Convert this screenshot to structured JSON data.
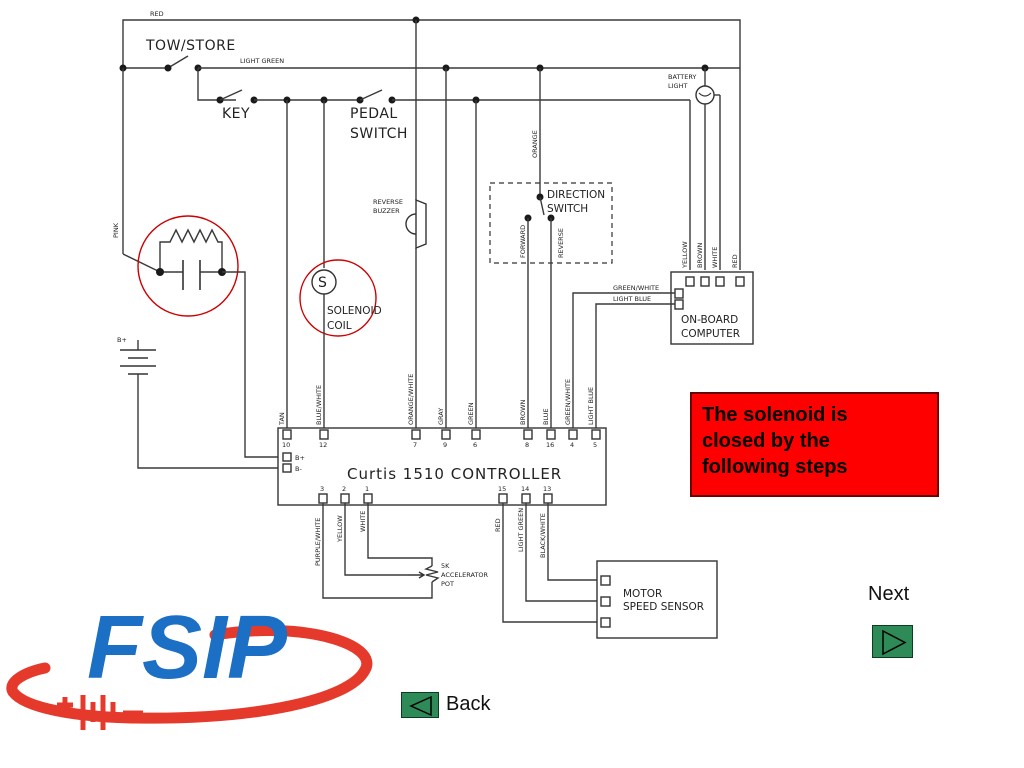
{
  "labels": {
    "red_top": "RED",
    "tow_store": "TOW/STORE",
    "light_green_top": "LIGHT GREEN",
    "key": "KEY",
    "pedal_switch_1": "PEDAL",
    "pedal_switch_2": "SWITCH",
    "battery_light_1": "BATTERY",
    "battery_light_2": "LIGHT",
    "orange": "ORANGE",
    "direction_switch_1": "DIRECTION",
    "direction_switch_2": "SWITCH",
    "forward": "FORWARD",
    "reverse": "REVERSE",
    "reverse_buzzer_1": "REVERSE",
    "reverse_buzzer_2": "BUZZER",
    "pink": "PINK",
    "b_plus_battery": "B+",
    "solenoid_symbol": "S",
    "solenoid_coil_1": "SOLENOID",
    "solenoid_coil_2": "COIL",
    "obc_wire_yellow": "YELLOW",
    "obc_wire_brown": "BROWN",
    "obc_wire_white": "WHITE",
    "obc_wire_red": "RED",
    "green_white_obc": "GREEN/WHITE",
    "light_blue_obc": "LIGHT BLUE",
    "on_board_1": "ON-BOARD",
    "on_board_2": "COMPUTER",
    "controller_title": "Curtis  1510  CONTROLLER",
    "b_plus": "B+",
    "b_minus": "B-",
    "pot_1": "5K",
    "pot_2": "ACCELERATOR",
    "pot_3": "POT",
    "motor_sensor_1": "MOTOR",
    "motor_sensor_2": "SPEED  SENSOR"
  },
  "top_pins": [
    {
      "wire": "TAN",
      "num": "10"
    },
    {
      "wire": "BLUE/WHITE",
      "num": "12"
    },
    {
      "wire": "ORANGE/WHITE",
      "num": "7"
    },
    {
      "wire": "GRAY",
      "num": "9"
    },
    {
      "wire": "GREEN",
      "num": "6"
    },
    {
      "wire": "BROWN",
      "num": "8"
    },
    {
      "wire": "BLUE",
      "num": "16"
    },
    {
      "wire": "GREEN/WHITE",
      "num": "4"
    },
    {
      "wire": "LIGHT BLUE",
      "num": "5"
    }
  ],
  "bottom_pins": [
    {
      "wire": "PURPLE/WHITE",
      "num": "3"
    },
    {
      "wire": "YELLOW",
      "num": "2"
    },
    {
      "wire": "WHITE",
      "num": "1"
    },
    {
      "wire": "RED",
      "num": "15"
    },
    {
      "wire": "LIGHT GREEN",
      "num": "14"
    },
    {
      "wire": "BLACK/WHITE",
      "num": "13"
    }
  ],
  "callout": {
    "line1": "The solenoid is",
    "line2": "closed by the",
    "line3": "following steps",
    "background": "#ff0000"
  },
  "nav": {
    "next_label": "Next",
    "back_label": "Back",
    "button_color": "#2e8b57"
  },
  "logo": {
    "text": "FSIP",
    "color": "#1b6fc4",
    "swoosh_color": "#e53a2b"
  },
  "highlight_color": "#cc0000"
}
